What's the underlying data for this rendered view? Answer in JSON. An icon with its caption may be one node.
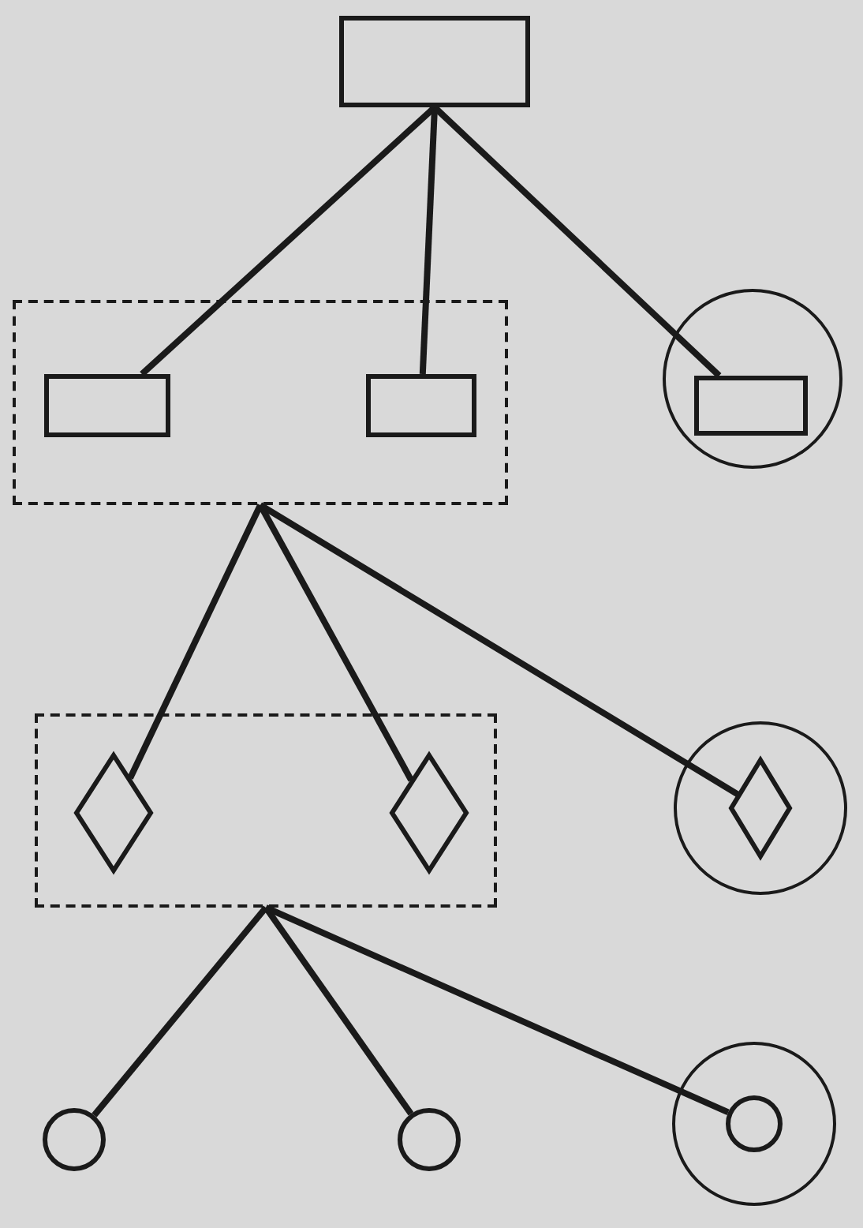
{
  "diagram": {
    "nodes": [
      {
        "text": [],
        "shape": "box"
      },
      {
        "text": [],
        "shape": "box"
      },
      {
        "text": [],
        "shape": "box",
        "in": 1
      },
      {
        "text": [],
        "shape": "box",
        "in": 1
      },
      {
        "text": [],
        "shape": "circle"
      },
      {
        "text": [],
        "shape": "box",
        "in": 4
      },
      {
        "text": [],
        "shape": "box"
      },
      {
        "text": [],
        "shape": "diamond",
        "in": 6
      },
      {
        "text": [],
        "shape": "diamond",
        "in": 6
      },
      {
        "text": [],
        "shape": "circle"
      },
      {
        "text": [],
        "shape": "diamond",
        "in": 9
      },
      {
        "text": [],
        "shape": "circle"
      },
      {
        "text": [],
        "shape": "circle"
      },
      {
        "text": [],
        "shape": "circle"
      },
      {
        "text": [],
        "shape": "circle",
        "in": 13
      }
    ],
    "edges": [
      {
        "from": 0,
        "to": 2,
        "arrow": "none"
      },
      {
        "from": 0,
        "to": 3,
        "arrow": "none"
      },
      {
        "from": 0,
        "to": 5,
        "arrow": "none"
      },
      {
        "from": 1,
        "to": 7,
        "arrow": "none"
      },
      {
        "from": 1,
        "to": 8,
        "arrow": "none"
      },
      {
        "from": 1,
        "to": 10,
        "arrow": "none"
      },
      {
        "from": 6,
        "to": 11,
        "arrow": "none"
      },
      {
        "from": 6,
        "to": 12,
        "arrow": "none"
      },
      {
        "from": 6,
        "to": 14,
        "arrow": "none"
      }
    ]
  }
}
